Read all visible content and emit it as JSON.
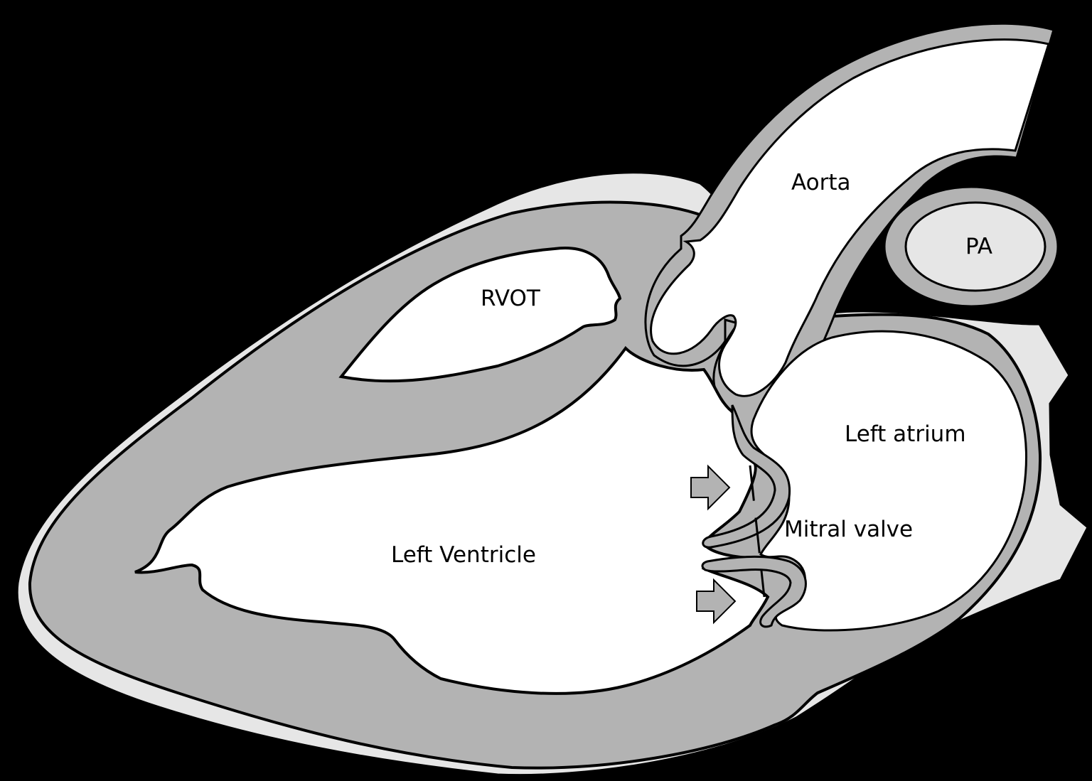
{
  "colors": {
    "background": "#000000",
    "outer_rim": "#e6e6e6",
    "muscle": "#b3b3b3",
    "chamber": "#ffffff",
    "outline": "#000000",
    "arrow": "#b3b3b3"
  },
  "labels": {
    "aorta": "Aorta",
    "pa": "PA",
    "rvot": "RVOT",
    "left_atrium": "Left atrium",
    "mitral_valve": "Mitral valve",
    "left_ventricle": "Left Ventricle"
  },
  "icons": {
    "flow_arrow_upper": "right-arrow-icon",
    "flow_arrow_lower": "right-arrow-icon"
  }
}
